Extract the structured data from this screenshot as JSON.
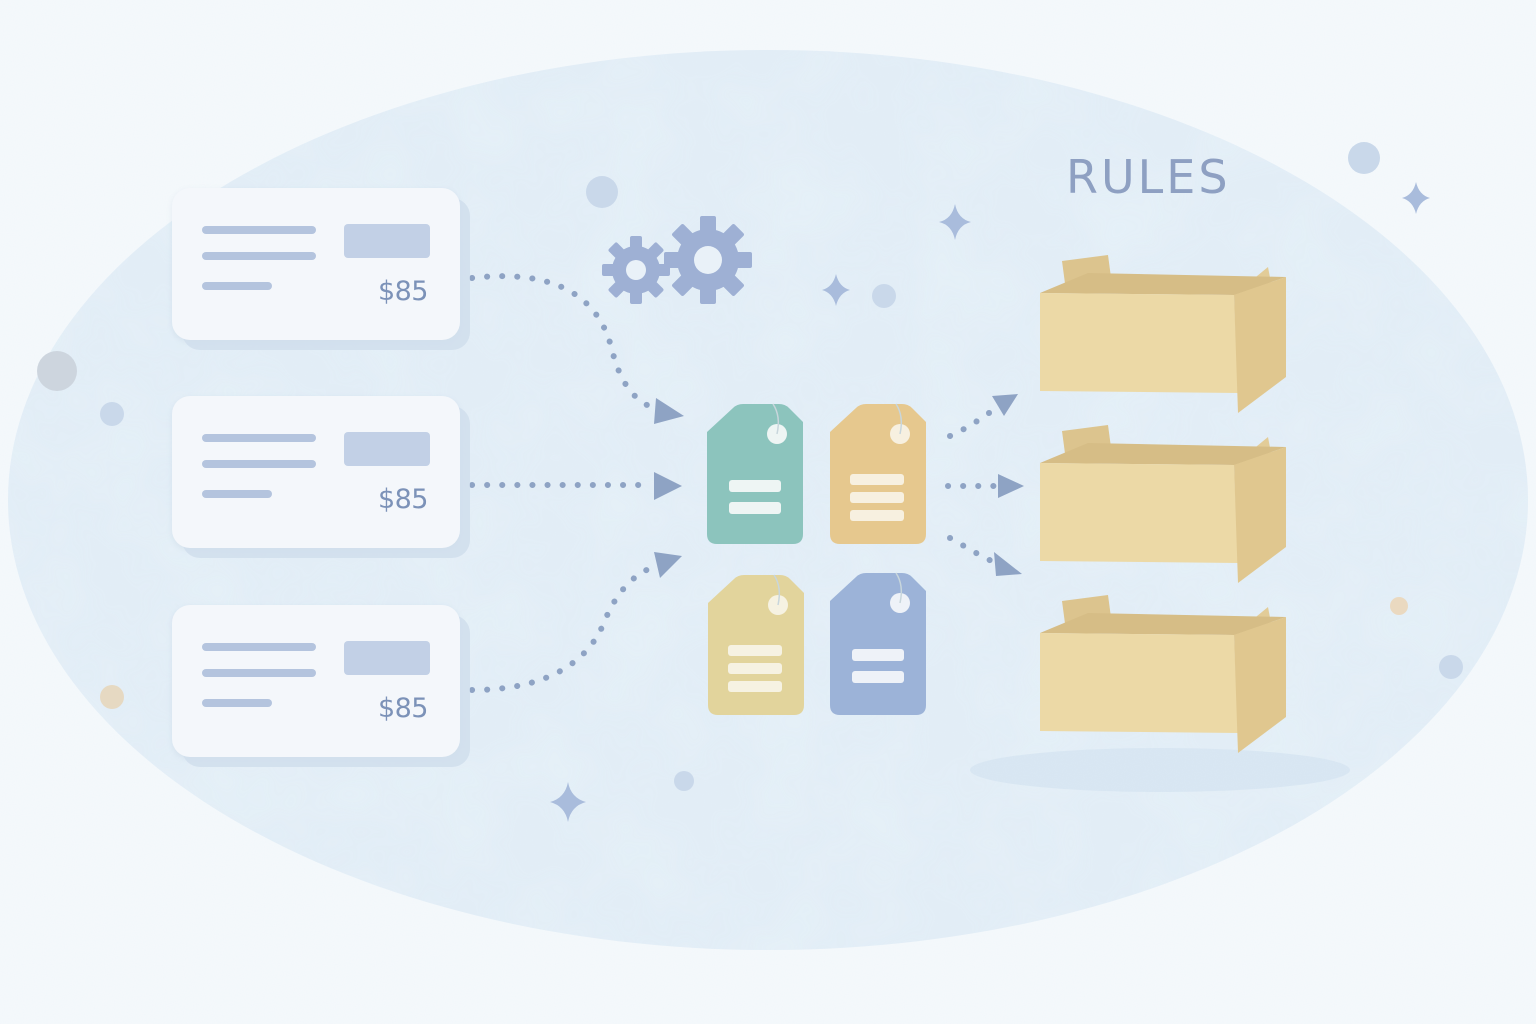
{
  "heading": "RULES",
  "cards": [
    {
      "price": "$85"
    },
    {
      "price": "$85"
    },
    {
      "price": "$85"
    }
  ],
  "tags": [
    {
      "color": "#8cc4bd",
      "stripes": 2
    },
    {
      "color": "#e6c88e",
      "stripes": 3
    },
    {
      "color": "#e2d49c",
      "stripes": 3
    },
    {
      "color": "#9cb3d8",
      "stripes": 2
    }
  ],
  "boxes": [
    {
      "color": "#ecd9a6"
    },
    {
      "color": "#ecd9a6"
    },
    {
      "color": "#ecd9a6"
    }
  ],
  "colors": {
    "background": "#e3eef7",
    "arrow": "#8ea3c4",
    "gear": "#9eb0d4",
    "sparkle": "#a9bcdc",
    "card_text": "#7c92b8"
  },
  "icons": [
    "gear-icon",
    "sparkle-icon",
    "price-tag-icon",
    "box-icon",
    "dotted-arrow-icon"
  ]
}
